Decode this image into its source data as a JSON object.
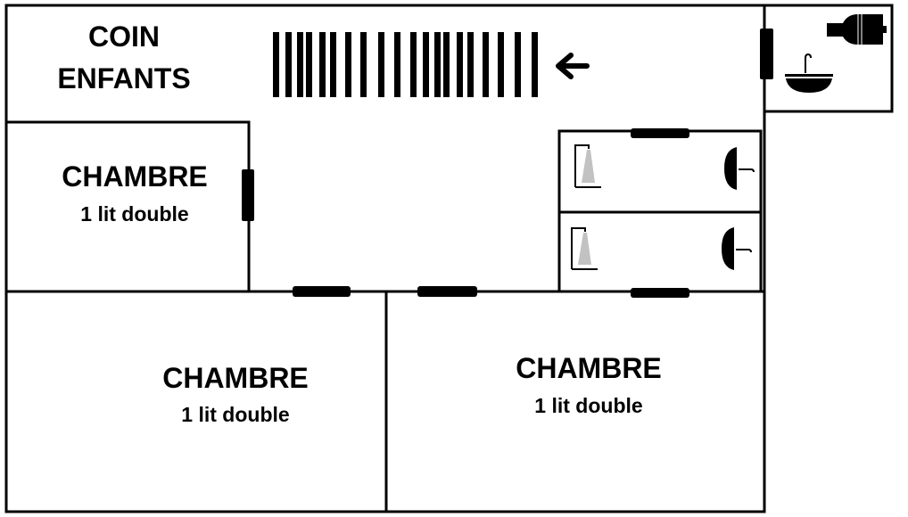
{
  "plan": {
    "kids_corner": {
      "line1": "COIN",
      "line2": "ENFANTS"
    },
    "rooms": [
      {
        "title": "CHAMBRE",
        "bed": "1 lit double"
      },
      {
        "title": "CHAMBRE",
        "bed": "1 lit double"
      },
      {
        "title": "CHAMBRE",
        "bed": "1 lit double"
      }
    ],
    "icons": [
      "stairs-icon",
      "arrow-left-icon",
      "water-heater-icon",
      "sink-icon",
      "shower-icon",
      "washbasin-icon"
    ],
    "colors": {
      "wall": "#000000",
      "background": "#ffffff"
    }
  }
}
